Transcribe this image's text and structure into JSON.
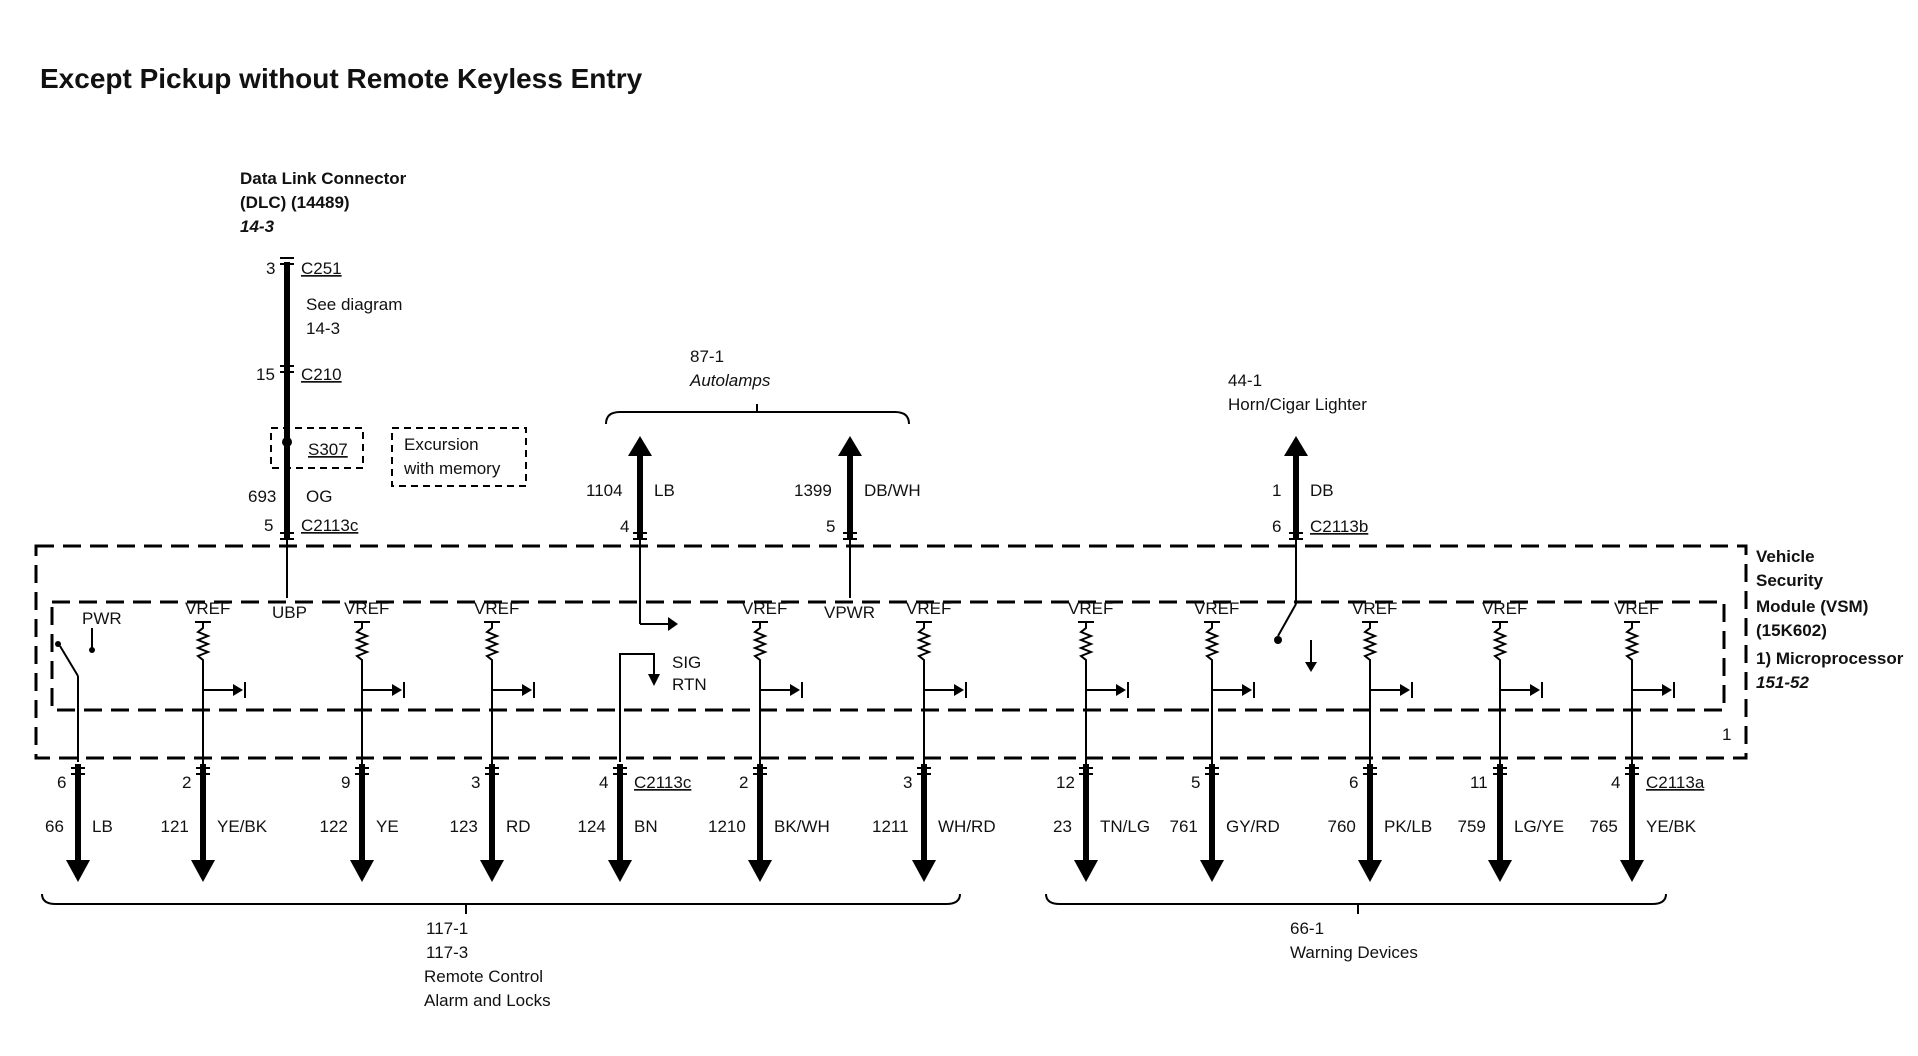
{
  "title": "Except Pickup without Remote Keyless Entry",
  "dlc": {
    "line1": "Data Link Connector",
    "line2": "(DLC) (14489)",
    "ref": "14-3",
    "c251_pin": "3",
    "c251": "C251",
    "see1": "See diagram",
    "see2": "14-3",
    "c210_pin": "15",
    "c210": "C210",
    "s307": "S307",
    "excursion1": "Excursion",
    "excursion2": "with memory",
    "circuit": "693",
    "color": "OG",
    "c2113c_pin": "5",
    "c2113c": "C2113c",
    "internal": "UBP"
  },
  "autolamps": {
    "ref": "87-1",
    "name": "Autolamps",
    "w1": {
      "circuit": "1104",
      "color": "LB",
      "pin": "4"
    },
    "w2": {
      "circuit": "1399",
      "color": "DB/WH",
      "pin": "5"
    },
    "vpwr": "VPWR"
  },
  "horn": {
    "ref": "44-1",
    "name": "Horn/Cigar Lighter",
    "pin_top": "1",
    "color": "DB",
    "pin": "6",
    "connector": "C2113b"
  },
  "vsm": {
    "line1": "Vehicle",
    "line2": "Security",
    "line3": "Module (VSM)",
    "line4": "(15K602)",
    "line5": "1) Microprocessor",
    "line6": "151-52",
    "corner": "1"
  },
  "internal": {
    "pwr": "PWR",
    "vref": "VREF",
    "sig1": "SIG",
    "sig2": "RTN"
  },
  "bottom_wires": [
    {
      "pin": "6",
      "circuit": "66",
      "color": "LB"
    },
    {
      "pin": "2",
      "circuit": "121",
      "color": "YE/BK"
    },
    {
      "pin": "9",
      "circuit": "122",
      "color": "YE"
    },
    {
      "pin": "3",
      "circuit": "123",
      "color": "RD"
    },
    {
      "pin": "4",
      "circuit": "124",
      "color": "BN",
      "connector": "C2113c"
    },
    {
      "pin": "2",
      "circuit": "1210",
      "color": "BK/WH"
    },
    {
      "pin": "3",
      "circuit": "1211",
      "color": "WH/RD"
    },
    {
      "pin": "12",
      "circuit": "23",
      "color": "TN/LG"
    },
    {
      "pin": "5",
      "circuit": "761",
      "color": "GY/RD"
    },
    {
      "pin": "6",
      "circuit": "760",
      "color": "PK/LB"
    },
    {
      "pin": "11",
      "circuit": "759",
      "color": "LG/YE"
    },
    {
      "pin": "4",
      "circuit": "765",
      "color": "YE/BK",
      "connector": "C2113a"
    }
  ],
  "groups": {
    "left_ref1": "117-1",
    "left_ref2": "117-3",
    "left_name1": "Remote Control",
    "left_name2": "Alarm and Locks",
    "right_ref": "66-1",
    "right_name": "Warning Devices"
  }
}
